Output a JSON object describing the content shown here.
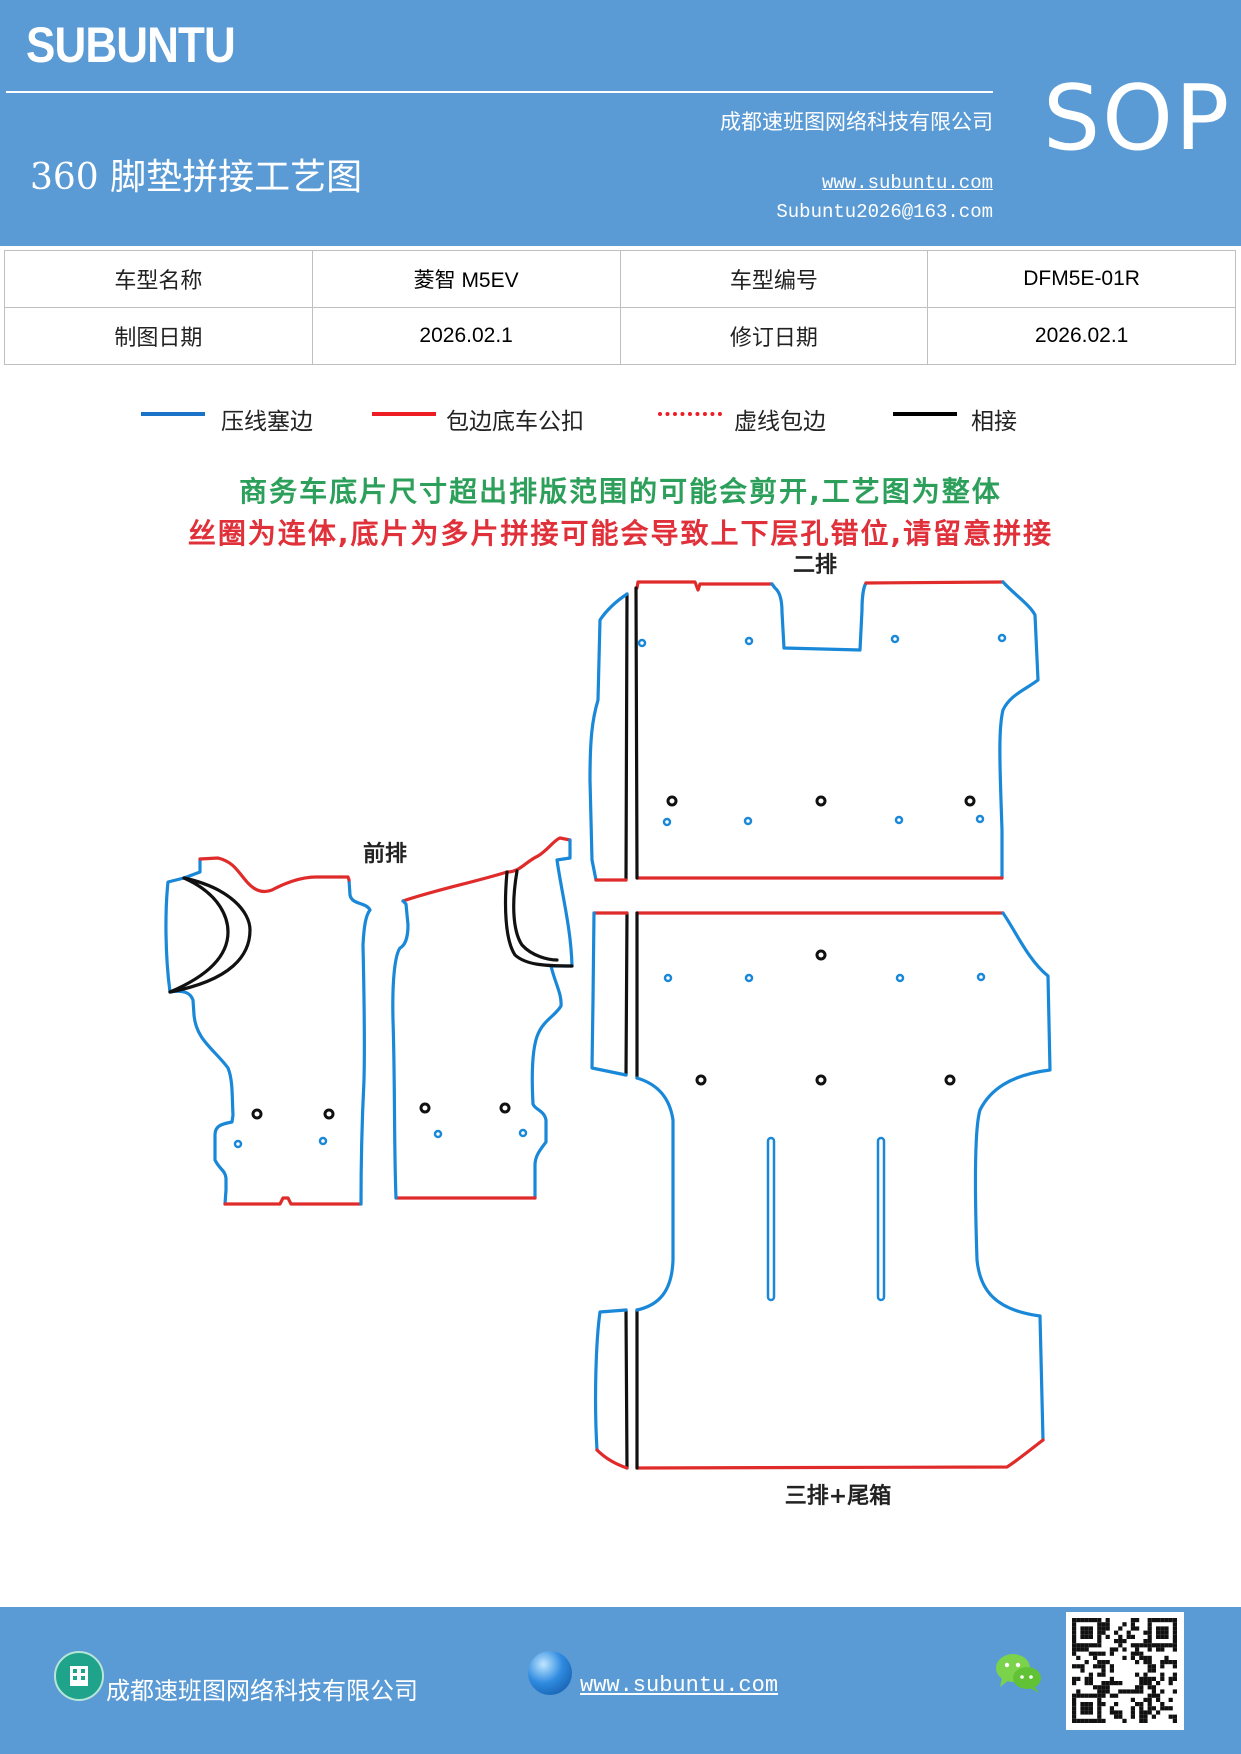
{
  "header": {
    "brand": "SUBUNTU",
    "company": "成都速班图网络科技有限公司",
    "title": "360 脚垫拼接工艺图",
    "website": "www.subuntu.com",
    "email": "Subuntu2026@163.com",
    "badge": "SOP"
  },
  "info_table": {
    "row1": {
      "label1": "车型名称",
      "value1": "菱智 M5EV",
      "label2": "车型编号",
      "value2": "DFM5E-01R"
    },
    "row2": {
      "label1": "制图日期",
      "value1": "2026.02.1",
      "label2": "修订日期",
      "value2": "2026.02.1"
    }
  },
  "legend": [
    {
      "label": "压线塞边",
      "color": "#1a73c8",
      "style": "solid"
    },
    {
      "label": "包边底车公扣",
      "color": "#ee1c25",
      "style": "solid"
    },
    {
      "label": "虚线包边",
      "color": "#ee1c25",
      "style": "dotted"
    },
    {
      "label": "相接",
      "color": "#000000",
      "style": "solid"
    }
  ],
  "notices": {
    "line1": "商务车底片尺寸超出排版范围的可能会剪开,工艺图为整体",
    "line2": "丝圈为连体,底片为多片拼接可能会导致上下层孔错位,请留意拼接"
  },
  "diagram": {
    "label_front": "前排",
    "label_second": "二排",
    "label_third": "三排+尾箱",
    "colors": {
      "press": "#1a88d8",
      "wrap": "#e02b2b",
      "join": "#111111"
    }
  },
  "footer": {
    "company": "成都速班图网络科技有限公司",
    "website": "www.subuntu.com",
    "company_icon": "building-icon",
    "web_icon": "globe-icon",
    "social_icon": "wechat-icon",
    "qr": "qr-code"
  }
}
